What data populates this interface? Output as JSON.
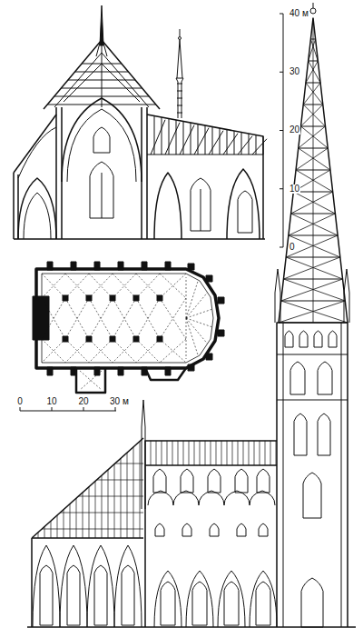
{
  "diagram": {
    "labels": [
      "40 м",
      "30",
      "20",
      "10",
      "0",
      "0",
      "10",
      "20",
      "30 м"
    ]
  }
}
